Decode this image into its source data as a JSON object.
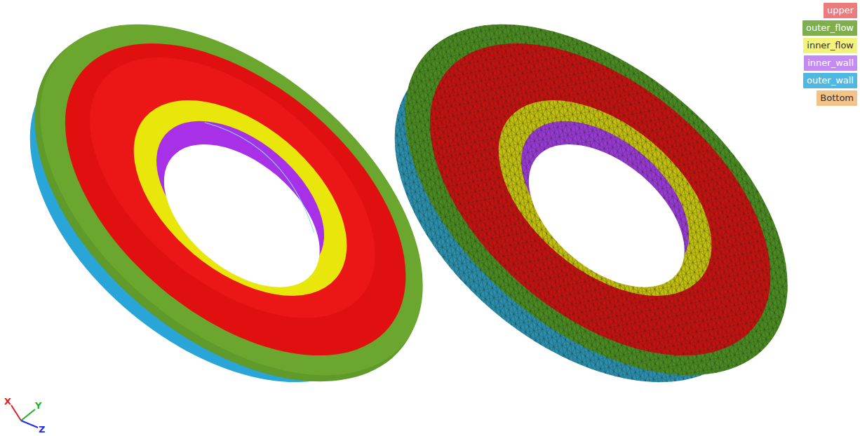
{
  "diagram": {
    "labels": [
      "X",
      "Y",
      "Z"
    ],
    "legend": [
      {
        "text": "upper",
        "color": "#ee7b7b"
      },
      {
        "text": "outer_flow",
        "color": "#7fae4c"
      },
      {
        "text": "inner_flow",
        "color": "#f5f27a"
      },
      {
        "text": "inner_wall",
        "color": "#c48cf2"
      },
      {
        "text": "outer_wall",
        "color": "#4fb8e2"
      },
      {
        "text": "Bottom",
        "color": "#f2c48a"
      }
    ]
  }
}
